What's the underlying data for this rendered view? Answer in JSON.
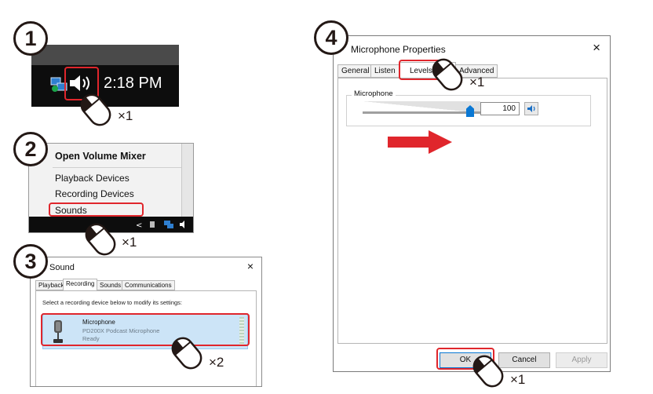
{
  "steps": [
    {
      "number": "1",
      "clicks": "×1"
    },
    {
      "number": "2",
      "clicks": "×1"
    },
    {
      "number": "3",
      "clicks": "×2"
    },
    {
      "number": "4",
      "clicks": "×1",
      "clicks_ok": "×1"
    }
  ],
  "tray": {
    "time": "2:18 PM"
  },
  "context_menu": {
    "items": [
      "Open Volume Mixer",
      "Playback Devices",
      "Recording Devices",
      "Sounds"
    ]
  },
  "sound_dialog": {
    "title": "Sound",
    "close": "×",
    "tabs": [
      "Playback",
      "Recording",
      "Sounds",
      "Communications"
    ],
    "instruction": "Select a recording device below to modify its settings:",
    "device": {
      "name": "Microphone",
      "description": "PD200X Podcast Microphone",
      "status": "Ready"
    }
  },
  "props_dialog": {
    "title": "Microphone Properties",
    "close": "×",
    "tabs": [
      "General",
      "Listen",
      "Levels",
      "Advanced"
    ],
    "group_label": "Microphone",
    "level_value": "100",
    "level_fraction": 1.0,
    "buttons": {
      "ok": "OK",
      "cancel": "Cancel",
      "apply": "Apply"
    }
  },
  "colors": {
    "highlight": "#e0262c",
    "arrow": "#e0262c",
    "selection": "#cce4f7",
    "slider": "#0a78d4"
  }
}
